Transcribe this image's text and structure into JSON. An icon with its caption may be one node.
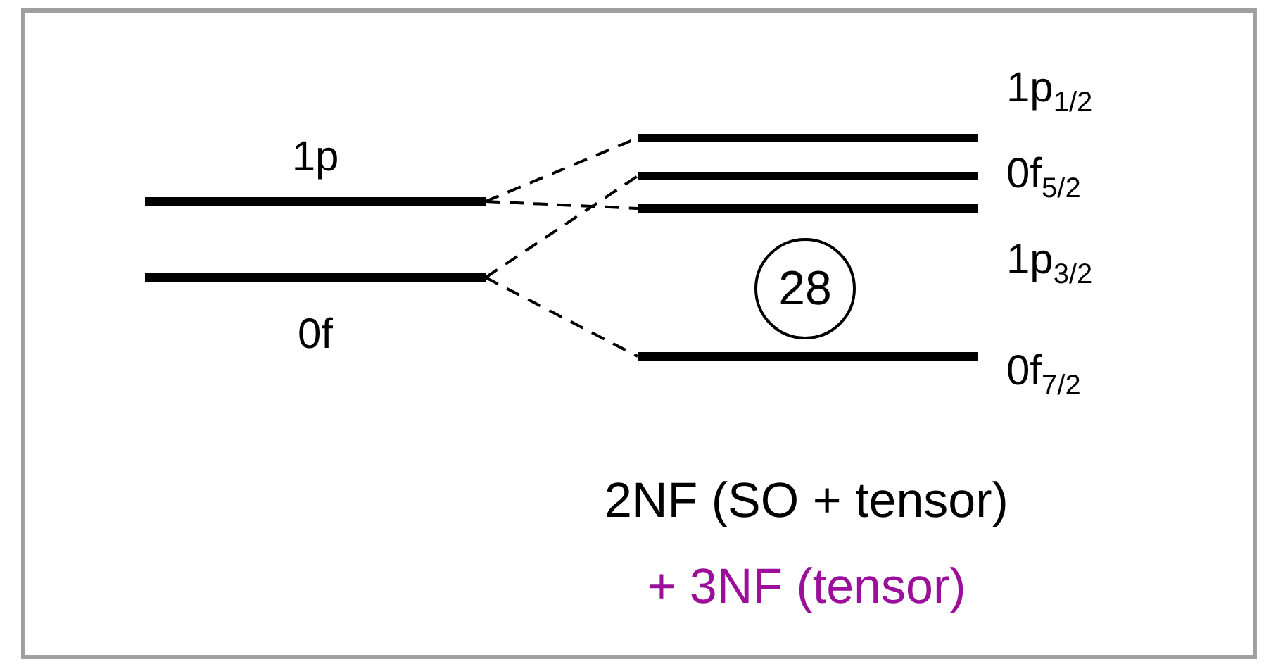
{
  "diagram": {
    "nodes": [
      {
        "text": [
          "1p"
        ]
      },
      {
        "text": [
          "0f"
        ]
      },
      {
        "text": [
          "1p$_{1/2}$"
        ]
      },
      {
        "text": [
          "0f$_{5/2}$"
        ]
      },
      {
        "text": [
          "1p$_{3/2}$"
        ]
      },
      {
        "text": [
          "0f$_{7/2}$"
        ]
      },
      {
        "text": [
          "28"
        ]
      }
    ],
    "edges": [
      {
        "from": 0,
        "to": 2,
        "arrow": "none",
        "style": "dashed"
      },
      {
        "from": 0,
        "to": 4,
        "arrow": "none",
        "style": "dashed"
      },
      {
        "from": 1,
        "to": 3,
        "arrow": "none",
        "style": "dashed"
      },
      {
        "from": 1,
        "to": 5,
        "arrow": "none",
        "style": "dashed"
      }
    ],
    "labels": [
      "2NF (SO + tensor)",
      "+ 3NF (tensor)"
    ]
  }
}
